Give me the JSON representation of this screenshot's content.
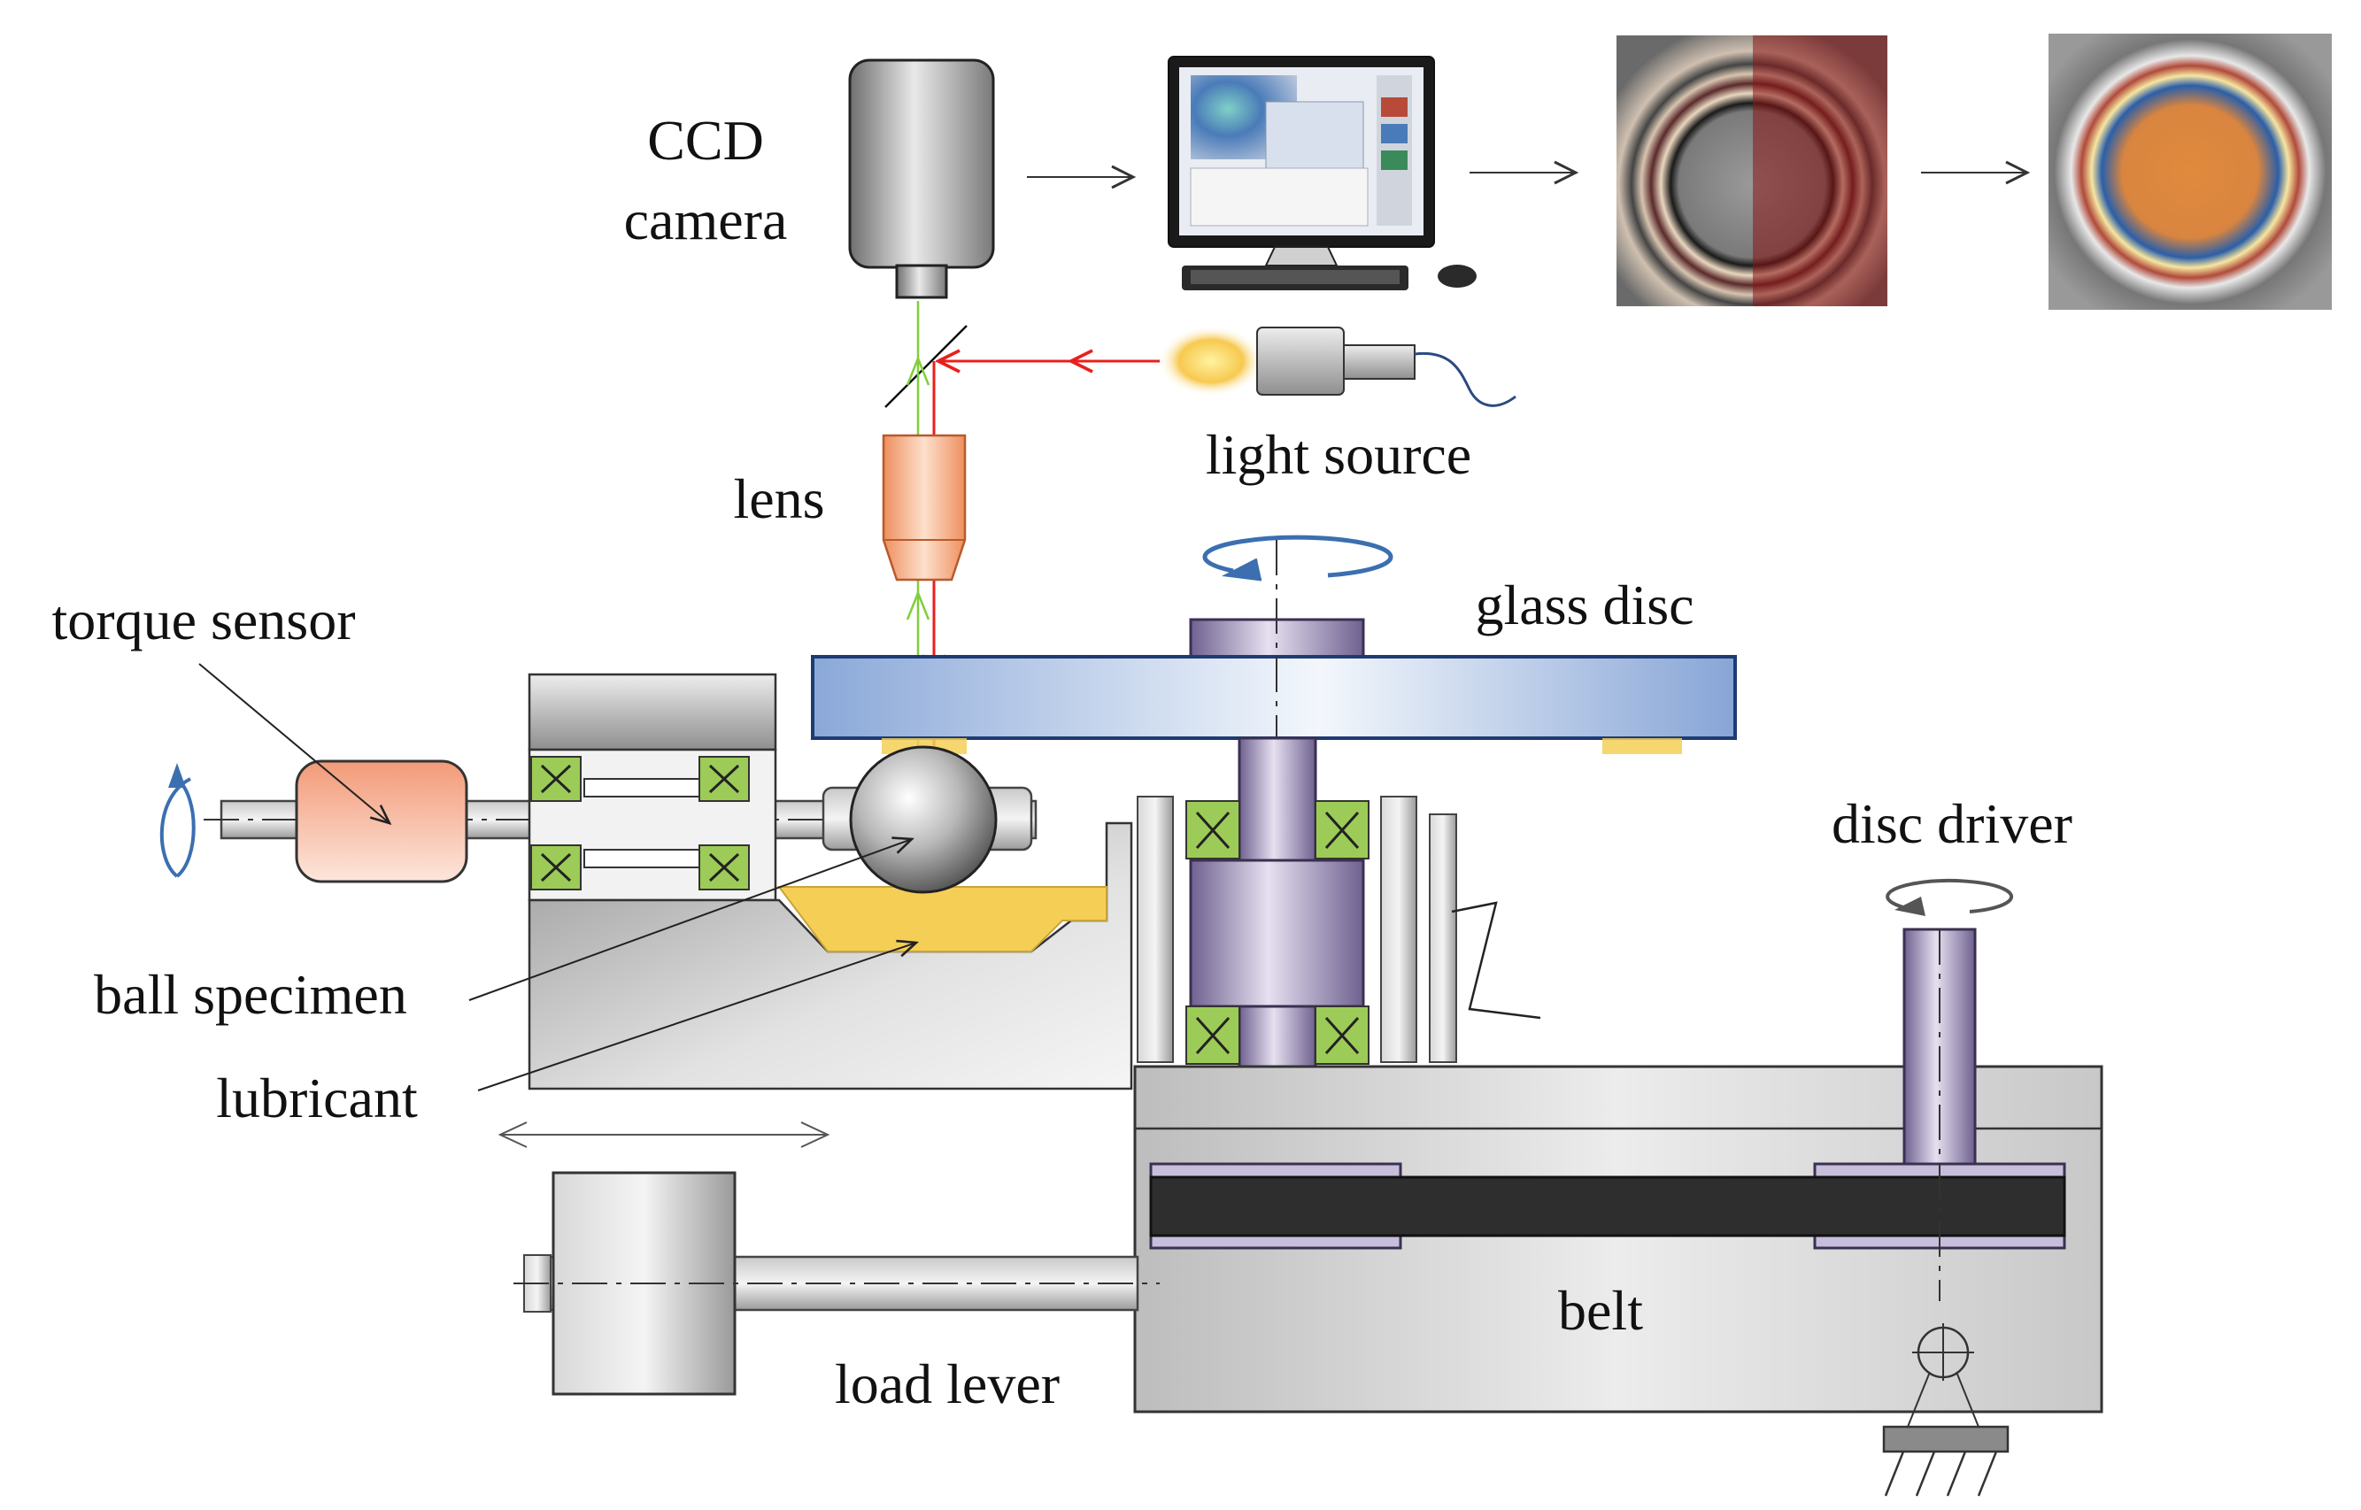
{
  "labels": {
    "ccd_camera_line1": "CCD",
    "ccd_camera_line2": "camera",
    "light_source": "light source",
    "lens": "lens",
    "glass_disc": "glass disc",
    "torque_sensor": "torque sensor",
    "disc_driver": "disc driver",
    "ball_specimen": "ball specimen",
    "lubricant": "lubricant",
    "belt": "belt",
    "load_lever": "load lever"
  },
  "colors": {
    "light_beam": "#e8201c",
    "camera_beam": "#7fcf3a",
    "lubricant": "#f5cf55",
    "bearing_green": "#9ccb57",
    "shaft_purple": "#8d80aa",
    "glass_disc": "#9cb8df",
    "rotation_arrow": "#3b6fb0",
    "torque_sensor": "#f3a27e",
    "lens": "#f0a070"
  },
  "icons": {
    "computer": "monitor-icon",
    "camera": "ccd-camera-icon",
    "light_source": "light-source-icon"
  }
}
